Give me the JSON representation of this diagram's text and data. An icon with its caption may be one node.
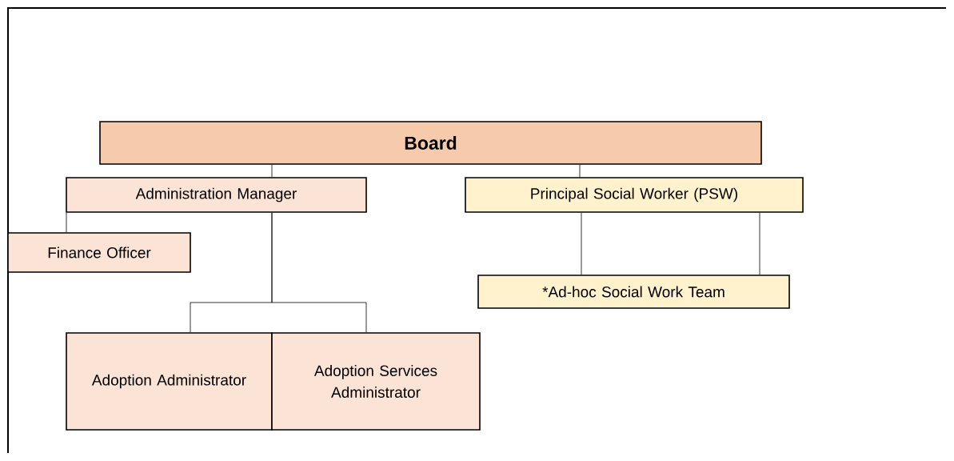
{
  "diagram": {
    "nodes": [
      {
        "text": [
          "Board"
        ]
      },
      {
        "text": [
          "Administration Manager"
        ]
      },
      {
        "text": [
          "Principal Social Worker (PSW)"
        ]
      },
      {
        "text": [
          "Finance Officer"
        ]
      },
      {
        "text": [
          "Adoption Administrator"
        ]
      },
      {
        "text": [
          "Adoption Services Administrator"
        ]
      },
      {
        "text": [
          "*Ad-hoc Social Work Team"
        ]
      }
    ],
    "edges": [
      {
        "from": 0,
        "to": 1,
        "arrow": "none"
      },
      {
        "from": 0,
        "to": 2,
        "arrow": "none"
      },
      {
        "from": 1,
        "to": 3,
        "arrow": "none"
      },
      {
        "from": 1,
        "to": 4,
        "arrow": "none"
      },
      {
        "from": 1,
        "to": 5,
        "arrow": "none"
      },
      {
        "from": 2,
        "to": 6,
        "arrow": "none"
      },
      {
        "from": 2,
        "to": 6,
        "arrow": "none"
      }
    ]
  }
}
